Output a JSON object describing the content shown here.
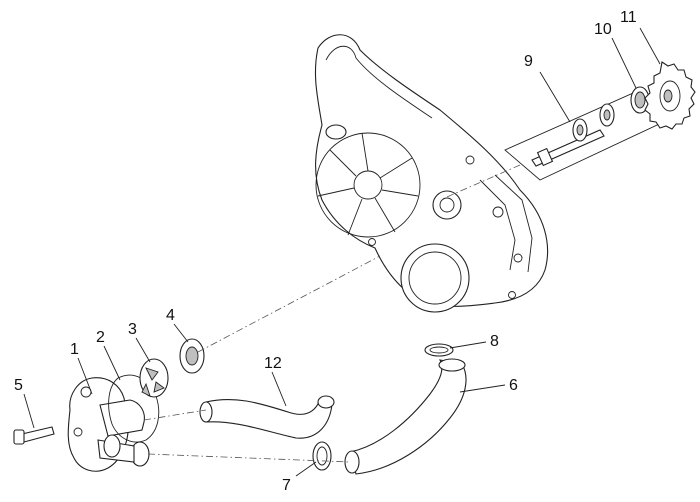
{
  "labels": {
    "l1": "1",
    "l2": "2",
    "l3": "3",
    "l4": "4",
    "l5": "5",
    "l6": "6",
    "l7": "7",
    "l8": "8",
    "l9": "9",
    "l10": "10",
    "l11": "11",
    "l12": "12"
  },
  "colors": {
    "line": "#222222",
    "background": "#ffffff",
    "shade": "#bfbfbf"
  }
}
